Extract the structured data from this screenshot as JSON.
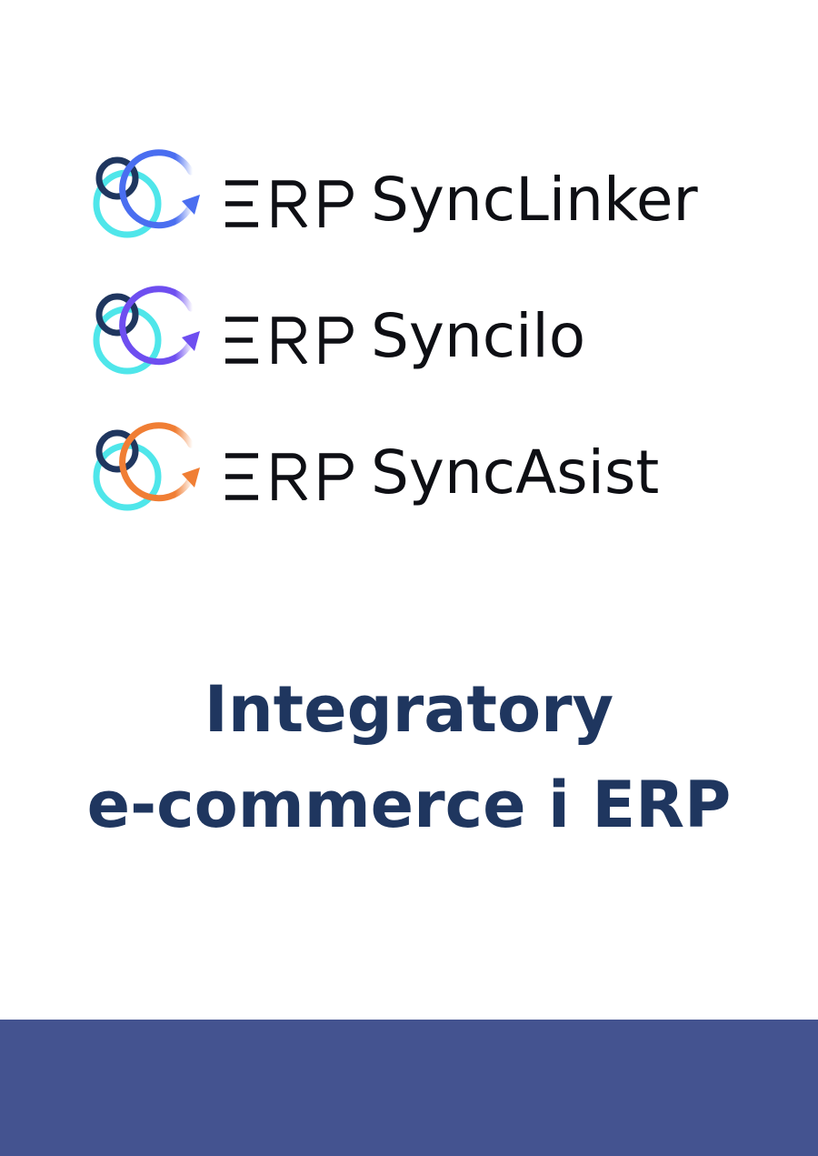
{
  "logos": [
    {
      "prefix": "ERP",
      "name": "SyncLinker",
      "accent": "#4a6ef0"
    },
    {
      "prefix": "ERP",
      "name": "Syncilo",
      "accent": "#6e4ef0"
    },
    {
      "prefix": "ERP",
      "name": "SyncAsist",
      "accent": "#f07e34"
    }
  ],
  "colors": {
    "ring_dark": "#1f365f",
    "ring_cyan": "#4fe6ea",
    "headline": "#1f365f",
    "footer": "#445390"
  },
  "headline": {
    "line1": "Integratory",
    "line2": "e-commerce i ERP"
  }
}
